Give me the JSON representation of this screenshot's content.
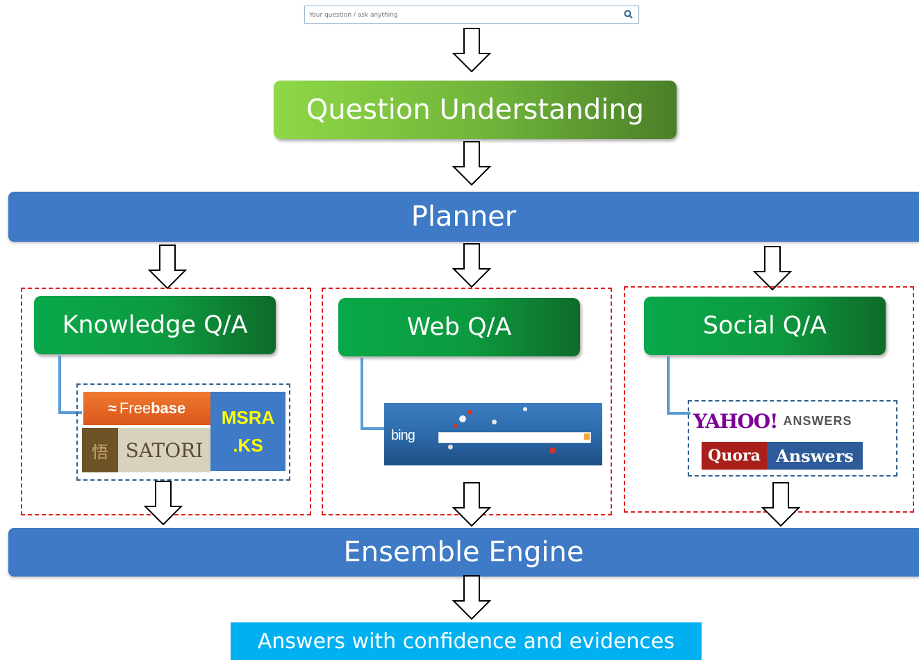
{
  "search": {
    "placeholder": "Your question / ask anything"
  },
  "question_understanding": {
    "label": "Question Understanding"
  },
  "planner": {
    "label": "Planner"
  },
  "modules": [
    {
      "label": "Knowledge Q/A"
    },
    {
      "label": "Web Q/A"
    },
    {
      "label": "Social Q/A"
    }
  ],
  "knowledge_sources": {
    "freebase": {
      "prefix": "Free",
      "suffix": "base"
    },
    "satori": {
      "glyph": "悟",
      "label": "SATORI"
    },
    "msra_ks": {
      "line1": "MSRA",
      "line2": ".KS"
    }
  },
  "web_sources": {
    "bing": "bing"
  },
  "social_sources": {
    "yahoo": {
      "logo": "YAHOO!",
      "label": "ANSWERS"
    },
    "quora": {
      "quora": "Quora",
      "answers": "Answers"
    }
  },
  "ensemble": {
    "label": "Ensemble Engine"
  },
  "output": {
    "label": "Answers with confidence and evidences"
  },
  "icons": [
    "search-icon",
    "down-arrow-icon"
  ],
  "colors": {
    "planner_blue": "#3e7ac5",
    "module_green": "#0d9a3f",
    "qu_green": "#6fb33a",
    "output_cyan": "#00b0f0",
    "group_border_red": "#e0201a"
  }
}
